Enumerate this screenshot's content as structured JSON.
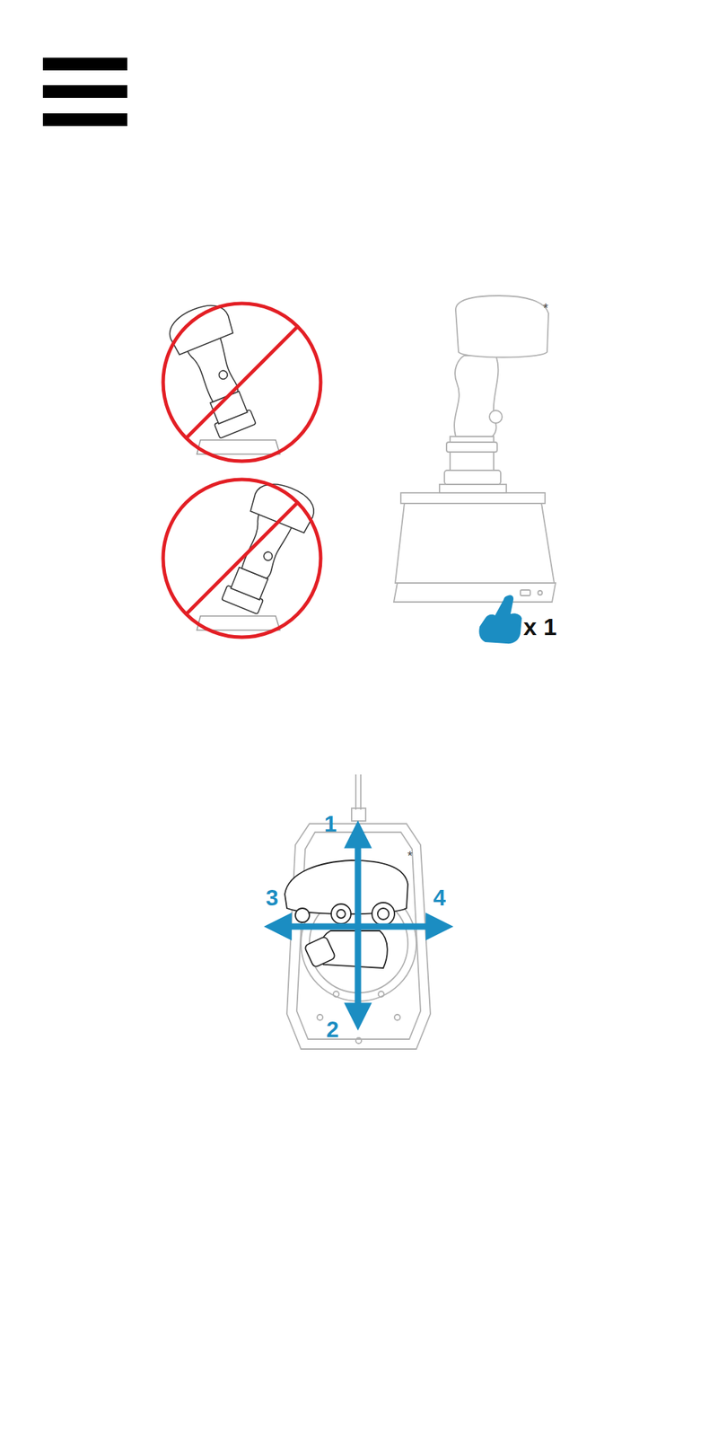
{
  "diagram": {
    "labels": [
      "*",
      "x 1",
      "1",
      "*",
      "3",
      "4",
      "2"
    ]
  }
}
